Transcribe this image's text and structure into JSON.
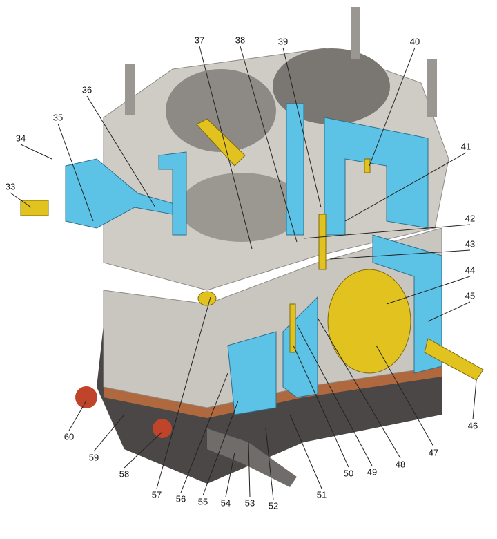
{
  "title": "Carburetor cutaway diagram",
  "callouts": [
    "33",
    "34",
    "35",
    "36",
    "37",
    "38",
    "39",
    "40",
    "41",
    "42",
    "43",
    "44",
    "45",
    "46",
    "47",
    "48",
    "49",
    "50",
    "51",
    "52",
    "53",
    "54",
    "55",
    "56",
    "57",
    "58",
    "59",
    "60"
  ],
  "colors": {
    "body": "#c9c6c0",
    "body_dark": "#8d8a86",
    "channel": "#5cc3e6",
    "brass": "#e1c21e",
    "gasket": "#b0683e",
    "base": "#4a4746",
    "leader": "#222222"
  }
}
